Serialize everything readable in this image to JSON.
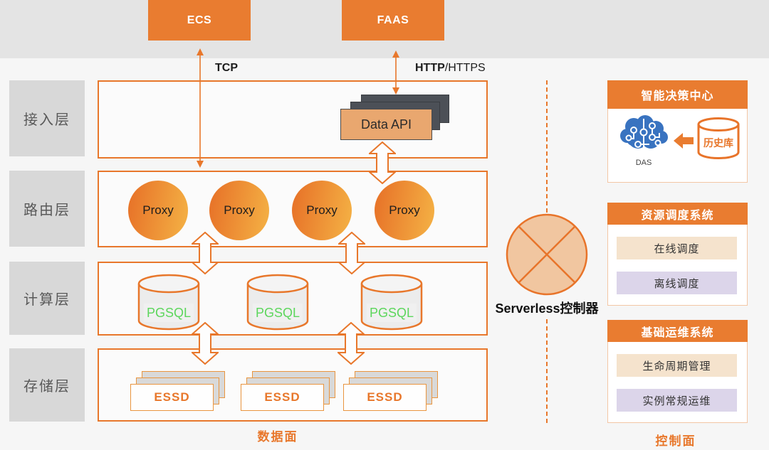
{
  "external": {
    "ecs": "ECS",
    "faas": "FAAS"
  },
  "connections": {
    "tcp": "TCP",
    "http_bold": "HTTP",
    "http_rest": "/HTTPS"
  },
  "layers": [
    {
      "label": "接入层"
    },
    {
      "label": "路由层"
    },
    {
      "label": "计算层"
    },
    {
      "label": "存储层"
    }
  ],
  "data_api": {
    "label": "Data API"
  },
  "proxies": [
    "Proxy",
    "Proxy",
    "Proxy",
    "Proxy"
  ],
  "databases": [
    "PGSQL",
    "PGSQL",
    "PGSQL"
  ],
  "storage_units": [
    "ESSD",
    "ESSD",
    "ESSD"
  ],
  "planes": {
    "data": "数据面",
    "control": "控制面"
  },
  "controller": {
    "label": "Serverless控制器"
  },
  "control_cards": [
    {
      "title": "智能决策中心",
      "das_label": "DAS",
      "history_db": "历史库"
    },
    {
      "title": "资源调度系统",
      "rows": [
        {
          "label": "在线调度"
        },
        {
          "label": "离线调度"
        }
      ]
    },
    {
      "title": "基础运维系统",
      "rows": [
        {
          "label": "生命周期管理"
        },
        {
          "label": "实例常规运维"
        }
      ]
    }
  ],
  "colors": {
    "orange": "#E97C30",
    "orange_border": "#E8772B",
    "green_text": "#5CD65C",
    "blue_icon": "#3973C0",
    "tan_row": "#F5E3CD",
    "lavender_row": "#DCD5EA",
    "gray_tag": "#D8D8D8",
    "dark_card": "#4C5057"
  }
}
